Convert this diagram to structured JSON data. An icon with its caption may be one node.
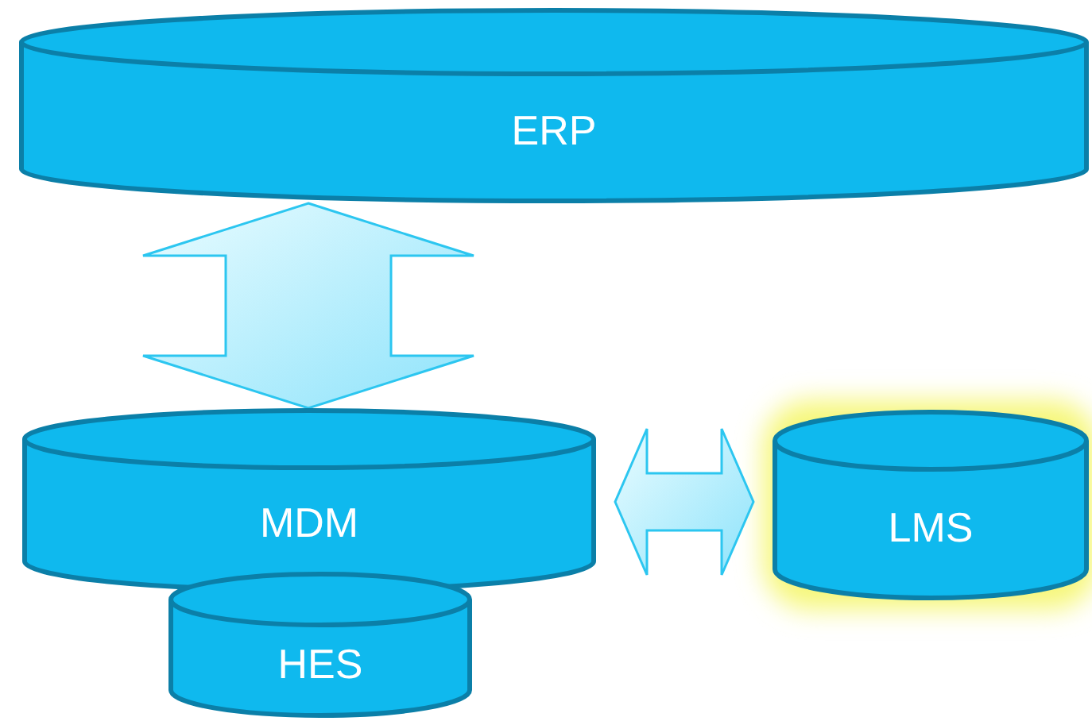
{
  "diagram": {
    "nodes": [
      {
        "text": [
          "ERP"
        ]
      },
      {
        "text": [
          "MDM"
        ]
      },
      {
        "text": [
          "HES"
        ]
      },
      {
        "text": [
          "LMS"
        ]
      }
    ],
    "edges": [
      {
        "from": 0,
        "to": 1,
        "arrow": "both"
      },
      {
        "from": 1,
        "to": 3,
        "arrow": "both"
      }
    ]
  }
}
